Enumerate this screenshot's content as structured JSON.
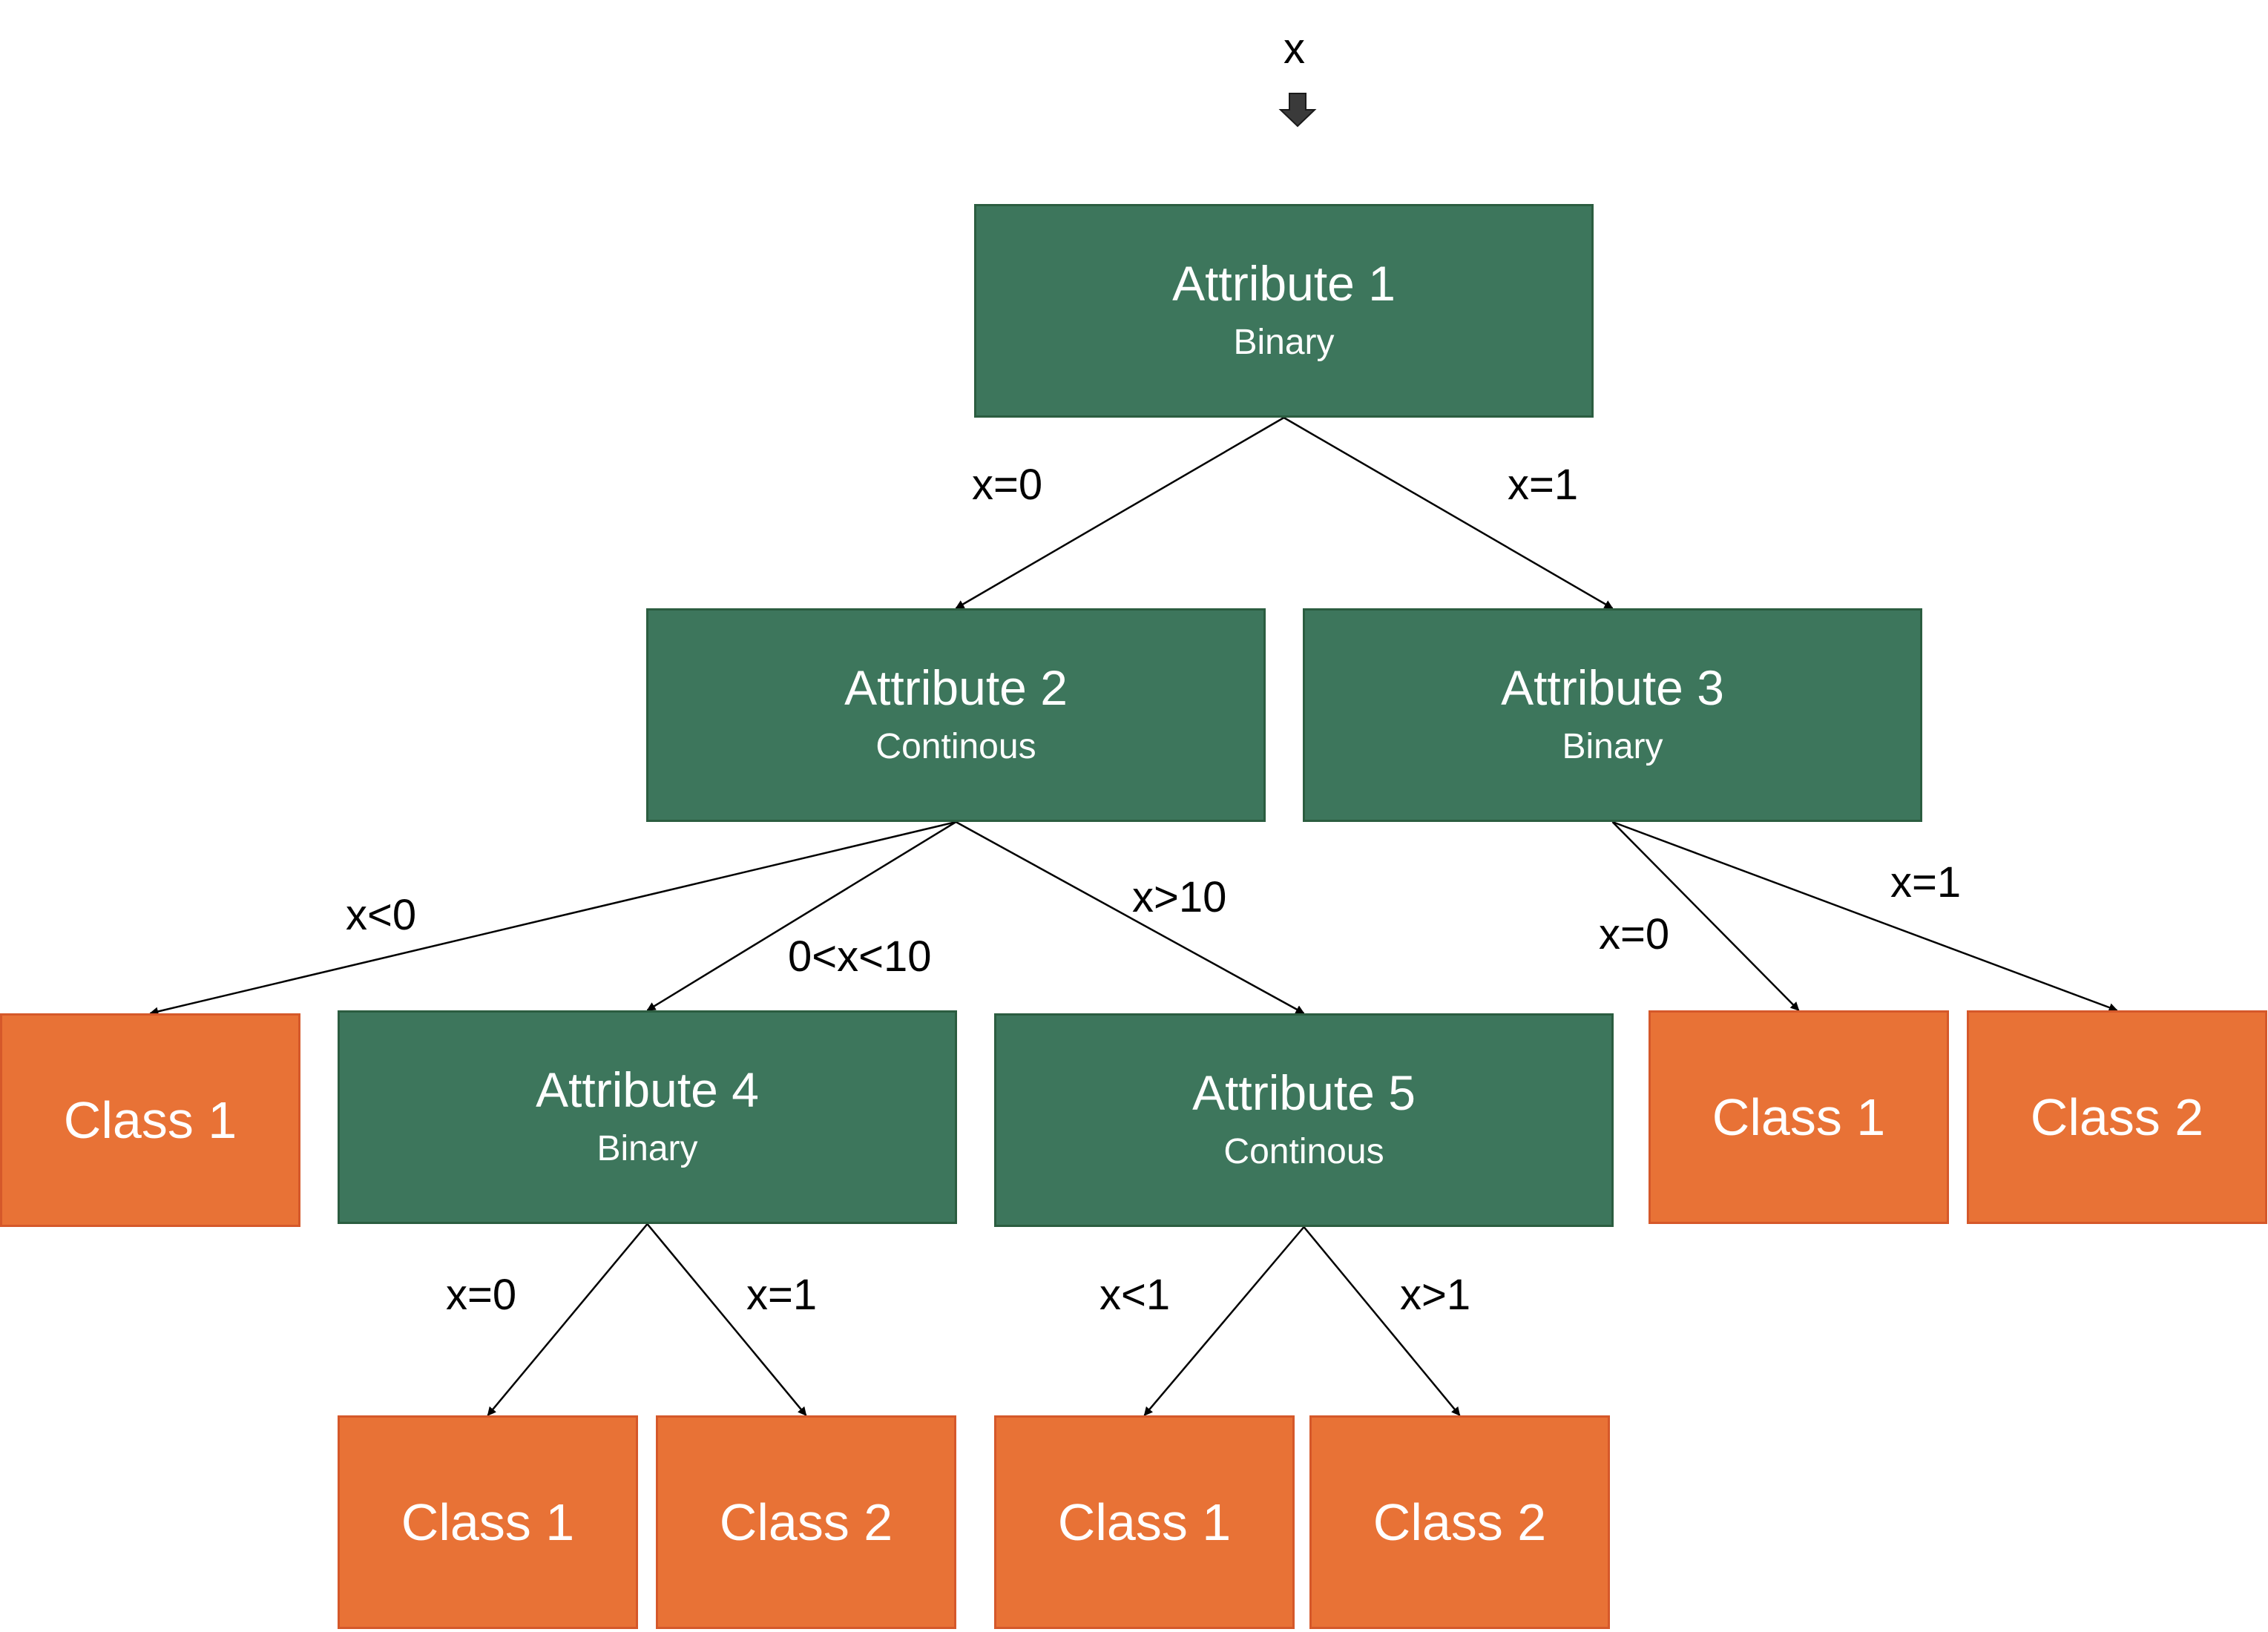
{
  "input_label": "x",
  "colors": {
    "attribute": "#3d765c",
    "class": "#e87236",
    "edge": "#000000",
    "input_arrow": "#3a3a3a"
  },
  "nodes": {
    "attr1": {
      "title": "Attribute 1",
      "type": "Binary"
    },
    "attr2": {
      "title": "Attribute 2",
      "type": "Continous"
    },
    "attr3": {
      "title": "Attribute 3",
      "type": "Binary"
    },
    "attr4": {
      "title": "Attribute 4",
      "type": "Binary"
    },
    "attr5": {
      "title": "Attribute 5",
      "type": "Continous"
    },
    "leaf_a2_lt0": {
      "title": "Class 1"
    },
    "leaf_a3_x0": {
      "title": "Class 1"
    },
    "leaf_a3_x1": {
      "title": "Class 2"
    },
    "leaf_a4_x0": {
      "title": "Class 1"
    },
    "leaf_a4_x1": {
      "title": "Class 2"
    },
    "leaf_a5_lt1": {
      "title": "Class 1"
    },
    "leaf_a5_gt1": {
      "title": "Class 2"
    }
  },
  "edges": [
    {
      "id": "e1",
      "from": "attr1",
      "to": "attr2",
      "label": "x=0"
    },
    {
      "id": "e2",
      "from": "attr1",
      "to": "attr3",
      "label": "x=1"
    },
    {
      "id": "e3",
      "from": "attr2",
      "to": "leaf_a2_lt0",
      "label": "x<0"
    },
    {
      "id": "e4",
      "from": "attr2",
      "to": "attr4",
      "label": "0<x<10"
    },
    {
      "id": "e5",
      "from": "attr2",
      "to": "attr5",
      "label": "x>10"
    },
    {
      "id": "e6",
      "from": "attr3",
      "to": "leaf_a3_x0",
      "label": "x=0"
    },
    {
      "id": "e7",
      "from": "attr3",
      "to": "leaf_a3_x1",
      "label": "x=1"
    },
    {
      "id": "e8",
      "from": "attr4",
      "to": "leaf_a4_x0",
      "label": "x=0"
    },
    {
      "id": "e9",
      "from": "attr4",
      "to": "leaf_a4_x1",
      "label": "x=1"
    },
    {
      "id": "e10",
      "from": "attr5",
      "to": "leaf_a5_lt1",
      "label": "x<1"
    },
    {
      "id": "e11",
      "from": "attr5",
      "to": "leaf_a5_gt1",
      "label": "x>1"
    }
  ]
}
